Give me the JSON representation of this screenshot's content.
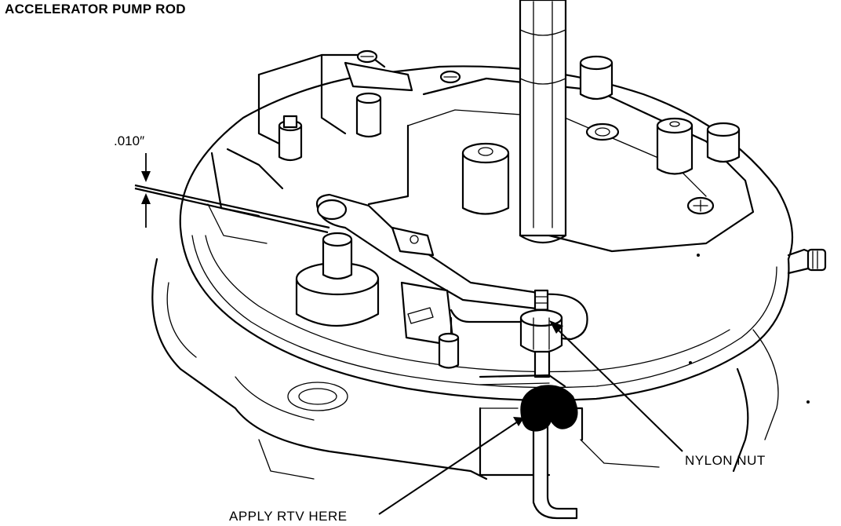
{
  "diagram": {
    "title": "ACCELERATOR PUMP ROD",
    "labels": {
      "gap_spec": ".010″",
      "apply_rtv": "APPLY RTV HERE",
      "nylon_nut": "NYLON NUT"
    },
    "colors": {
      "ink": "#000000",
      "paper": "#ffffff"
    }
  }
}
